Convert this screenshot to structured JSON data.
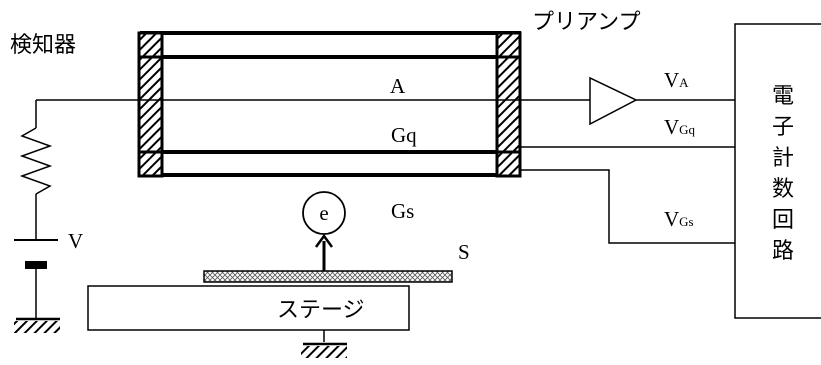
{
  "labels": {
    "detector": "検知器",
    "preamp": "プリアンプ",
    "anode": "A",
    "grid_q": "Gq",
    "grid_s": "Gs",
    "electron": "e",
    "voltage": "V",
    "sample": "S",
    "stage": "ステージ",
    "counter": "電子計数回路",
    "out_a_main": "V",
    "out_a_sub": "A",
    "out_gq_main": "V",
    "out_gq_sub": "Gq",
    "out_gs_main": "V",
    "out_gs_sub": "Gs"
  }
}
